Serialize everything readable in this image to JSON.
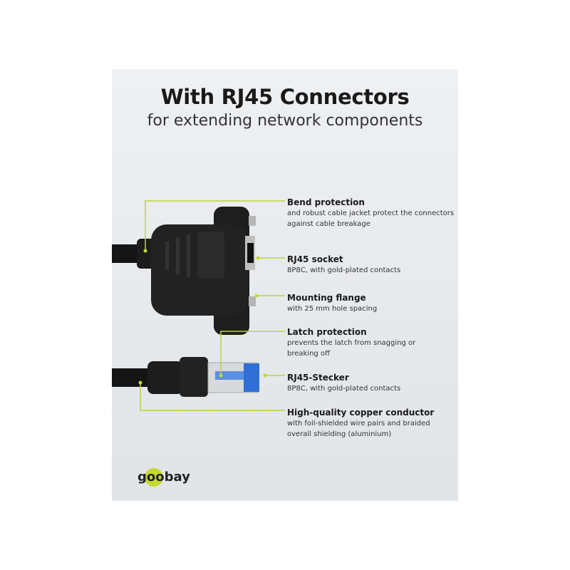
{
  "title": "With RJ45 Connectors",
  "subtitle": "for extending network components",
  "features": [
    {
      "heading": "Bend protection",
      "text": "and robust cable jacket protect the connectors against cable breakage"
    },
    {
      "heading": "RJ45 socket",
      "text": "8P8C, with gold-plated contacts"
    },
    {
      "heading": "Mounting flange",
      "text": "with 25 mm hole spacing"
    },
    {
      "heading": "Latch protection",
      "text": "prevents the latch from snagging or breaking off"
    },
    {
      "heading": "RJ45-Stecker",
      "text": "8P8C, with gold-plated contacts"
    },
    {
      "heading": "High-quality copper conductor",
      "text": "with foil-shielded wire pairs and braided overall shielding (aluminium)"
    }
  ],
  "brand": {
    "name": "goobay",
    "accent": "#c5d930",
    "line_color": "#bcd437"
  }
}
